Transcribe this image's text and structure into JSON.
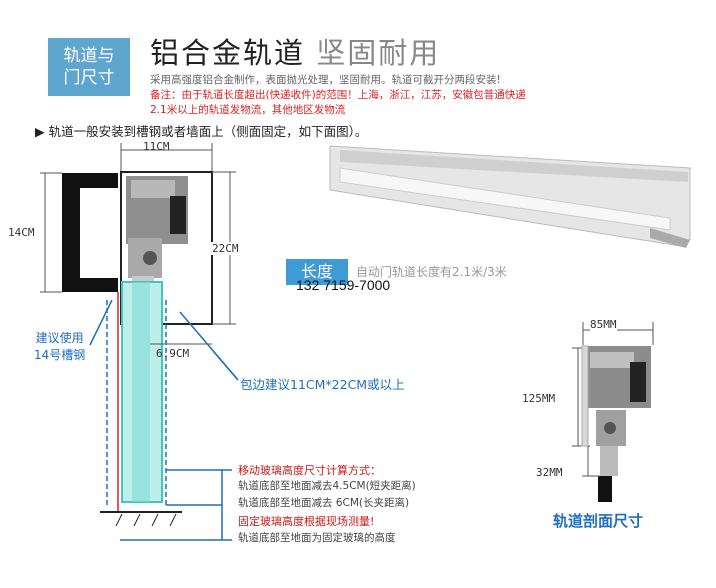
{
  "header": {
    "badge": "轨道与\n门尺寸",
    "title_main": "铝合金轨道",
    "title_sub": "坚固耐用",
    "desc1": "采用高强度铝合金制作，表面抛光处理，坚固耐用。轨道可截开分两段安装!",
    "desc2": "备注：由于轨道长度超出(快递收件)的范围！上海，浙江，江苏，安徽包普通快递",
    "desc3": "2.1米以上的轨道发物流，其他地区发物流"
  },
  "install_note": "▶ 轨道一般安装到槽钢或者墙面上（侧面固定，如下面图）。",
  "dims": {
    "width_11": "11CM",
    "height_14": "14CM",
    "height_22": "22CM",
    "width_69": "6.9CM",
    "sec_85": "85MM",
    "sec_125": "125MM",
    "sec_32": "32MM"
  },
  "labels": {
    "suggest": "建议使用\n14号槽钢",
    "wrap": "包边建议11CM*22CM或以上",
    "length_badge": "长度",
    "length_text": "自动门轨道长度有2.1米/3米",
    "phone": "132 7159-7000",
    "moving_title": "移动玻璃高度尺寸计算方式：",
    "moving_1": "轨道底部至地面减去4.5CM(短夹距离)",
    "moving_2": "轨道底部至地面减去 6CM(长夹距离)",
    "fixed_title": "固定玻璃高度根据现场测量!",
    "fixed_1": "轨道底部至地面为固定玻璃的高度",
    "section_title": "轨道剖面尺寸"
  },
  "colors": {
    "badge_bg": "#5fa6cf",
    "accent_blue": "#1e6fc0",
    "warning_red": "#e02020",
    "glass": "#40c8c0"
  }
}
